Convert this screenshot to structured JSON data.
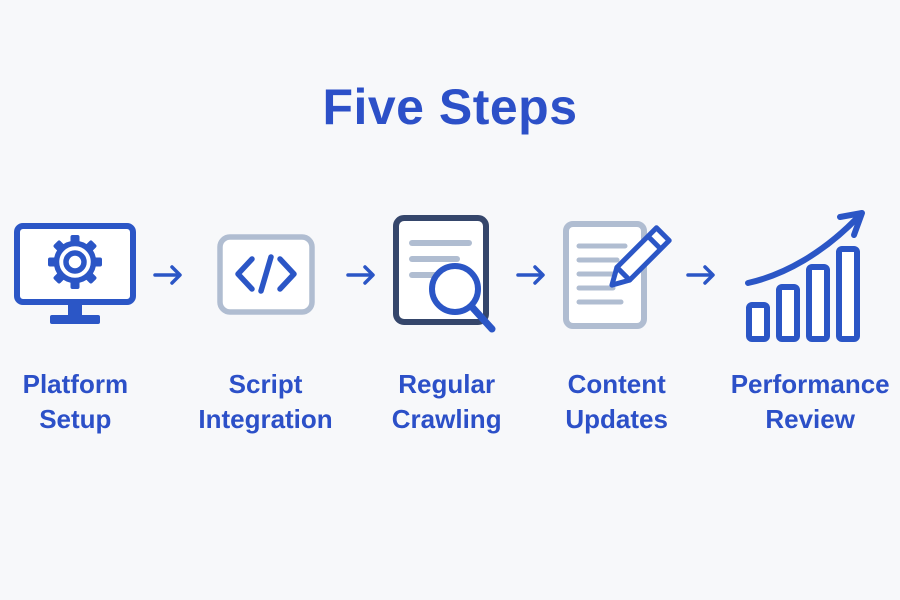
{
  "title": "Five Steps",
  "colors": {
    "background": "#f7f8fa",
    "text_blue": "#2c50c8",
    "icon_blue": "#2b56c6",
    "icon_gray": "#b0bdd1",
    "icon_navy": "#35466b"
  },
  "flow_arrow_icon": "arrow-right-icon",
  "steps": [
    {
      "label": "Platform\nSetup",
      "icon": "monitor-gear-icon"
    },
    {
      "label": "Script\nIntegration",
      "icon": "code-icon"
    },
    {
      "label": "Regular\nCrawling",
      "icon": "document-search-icon"
    },
    {
      "label": "Content\nUpdates",
      "icon": "document-edit-icon"
    },
    {
      "label": "Performance\nReview",
      "icon": "bar-chart-growth-icon"
    }
  ]
}
